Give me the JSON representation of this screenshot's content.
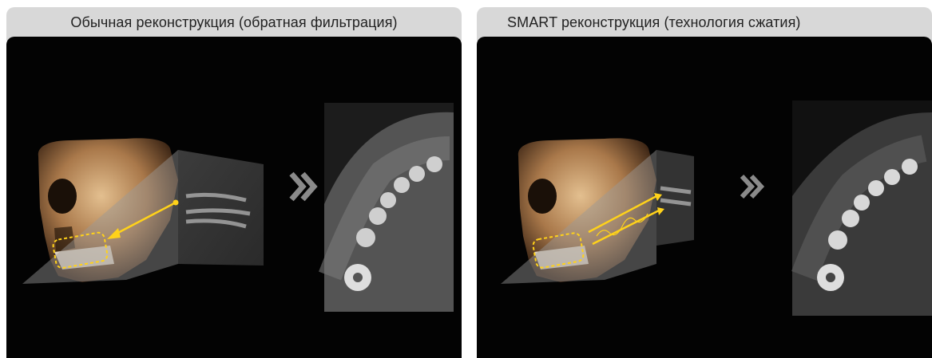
{
  "panels": [
    {
      "id": "conventional",
      "title": "Обычная реконструкция (обратная фильтрация)",
      "method_icon": "single-arrow-icon"
    },
    {
      "id": "smart",
      "title": "SMART реконструкция (технология сжатия)",
      "method_icon": "double-arrow-wave-icon"
    }
  ],
  "colors": {
    "tab_background": "#d8d8d8",
    "canvas_background": "#030303",
    "annotation_yellow": "#ffd21a",
    "chevron": "#8a8a8a"
  }
}
